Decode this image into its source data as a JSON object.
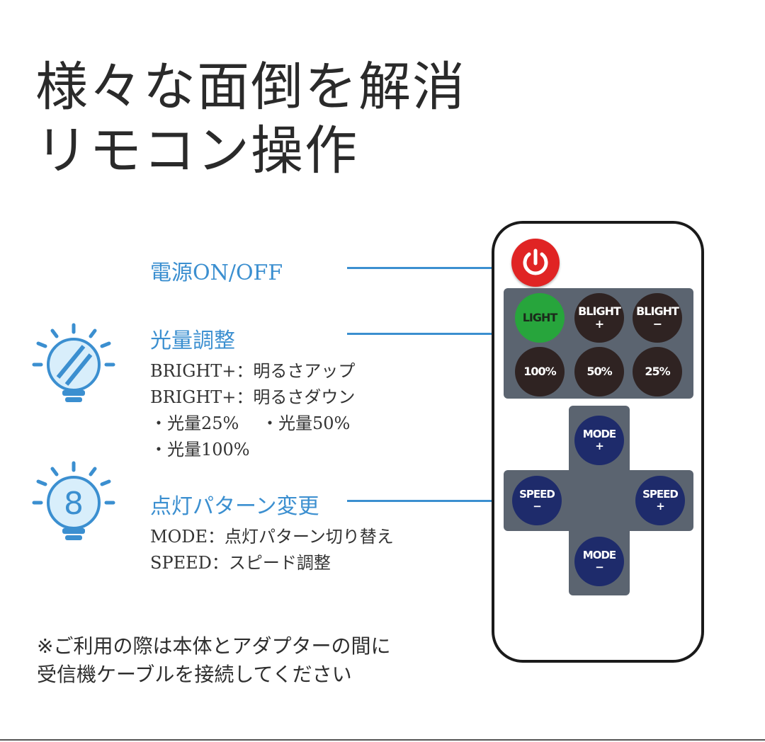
{
  "title": {
    "line1": "様々な面倒を解消",
    "line2": "リモコン操作"
  },
  "power_section": {
    "label": "電源ON/OFF"
  },
  "brightness_section": {
    "label": "光量調整",
    "lines": [
      "BRIGHT+：明るさアップ",
      "BRIGHT+：明るさダウン",
      "・光量25%　 ・光量50%",
      "・光量100%"
    ]
  },
  "pattern_section": {
    "label": "点灯パターン変更",
    "lines": [
      "MODE：点灯パターン切り替え",
      "SPEED：スピード調整"
    ]
  },
  "note": {
    "line1": "※ご利用の際は本体とアダプターの間に",
    "line2": "受信機ケーブルを接続してください"
  },
  "remote": {
    "buttons": {
      "light": "LIGHT",
      "blight_plus_1": "BLIGHT",
      "blight_plus_2": "+",
      "blight_minus_1": "BLIGHT",
      "blight_minus_2": "−",
      "p100": "100%",
      "p50": "50%",
      "p25": "25%",
      "mode_plus_1": "MODE",
      "mode_plus_2": "+",
      "mode_minus_1": "MODE",
      "mode_minus_2": "−",
      "speed_minus_1": "SPEED",
      "speed_minus_2": "−",
      "speed_plus_1": "SPEED",
      "speed_plus_2": "+"
    }
  },
  "colors": {
    "accent": "#3b8fd0",
    "power": "#e02424",
    "panel": "#5b6470",
    "dark_button": "#2f2322",
    "light_button": "#27a53c",
    "nav_button": "#1e2b6b"
  },
  "icons": [
    "bulb-brightness-icon",
    "bulb-number-8-icon",
    "power-icon"
  ]
}
